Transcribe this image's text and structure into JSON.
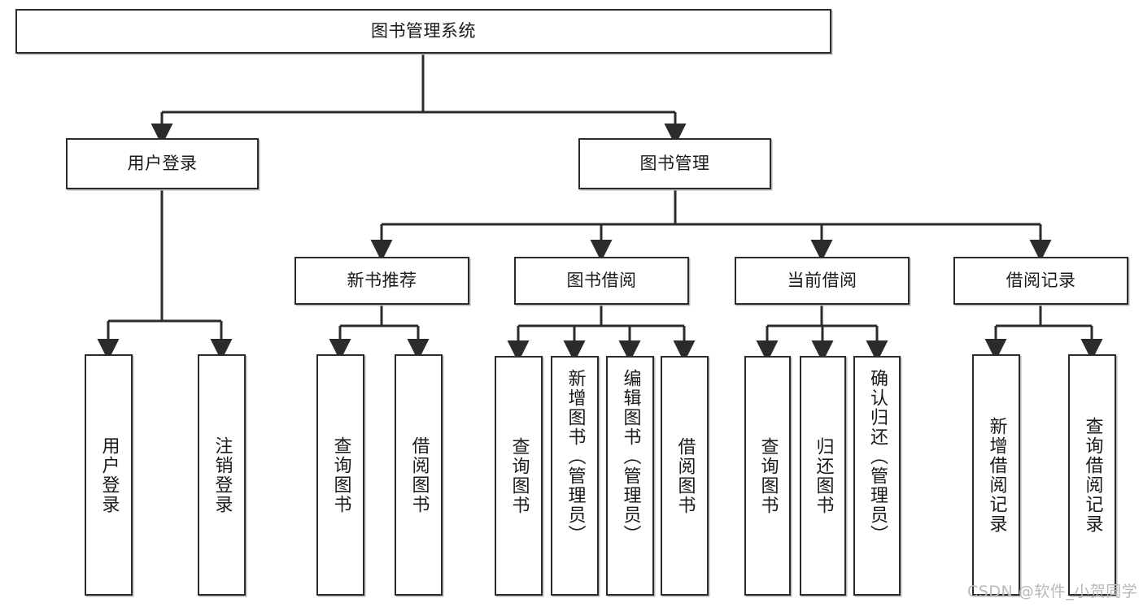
{
  "diagram": {
    "type": "tree-hierarchy-chart",
    "title": "图书管理系统",
    "root": {
      "id": "root",
      "label": "图书管理系统"
    },
    "level2": [
      {
        "id": "user-login",
        "label": "用户登录"
      },
      {
        "id": "book-management",
        "label": "图书管理"
      }
    ],
    "level3": [
      {
        "id": "new-book-recommend",
        "label": "新书推荐",
        "parent": "book-management"
      },
      {
        "id": "book-borrow",
        "label": "图书借阅",
        "parent": "book-management"
      },
      {
        "id": "current-borrow",
        "label": "当前借阅",
        "parent": "book-management"
      },
      {
        "id": "borrow-record",
        "label": "借阅记录",
        "parent": "book-management"
      }
    ],
    "leaves": [
      {
        "id": "leaf-user-login",
        "label": "用户登录",
        "parent": "user-login"
      },
      {
        "id": "leaf-user-logout",
        "label": "注销登录",
        "parent": "user-login"
      },
      {
        "id": "leaf-query-book-1",
        "label": "查询图书",
        "parent": "new-book-recommend"
      },
      {
        "id": "leaf-borrow-book-1",
        "label": "借阅图书",
        "parent": "new-book-recommend"
      },
      {
        "id": "leaf-query-book-2",
        "label": "查询图书",
        "parent": "book-borrow"
      },
      {
        "id": "leaf-add-book",
        "label": "新增图书（管理员）",
        "parent": "book-borrow"
      },
      {
        "id": "leaf-edit-book",
        "label": "编辑图书（管理员）",
        "parent": "book-borrow"
      },
      {
        "id": "leaf-borrow-book-2",
        "label": "借阅图书",
        "parent": "book-borrow"
      },
      {
        "id": "leaf-query-book-3",
        "label": "查询图书",
        "parent": "current-borrow"
      },
      {
        "id": "leaf-return-book",
        "label": "归还图书",
        "parent": "current-borrow"
      },
      {
        "id": "leaf-confirm-return",
        "label": "确认归还（管理员）",
        "parent": "current-borrow"
      },
      {
        "id": "leaf-add-record",
        "label": "新增借阅记录",
        "parent": "borrow-record"
      },
      {
        "id": "leaf-query-record",
        "label": "查询借阅记录",
        "parent": "borrow-record"
      }
    ],
    "watermark": "CSDN @软件_小贺同学",
    "colors": {
      "stroke": "#2b2b2b",
      "fill": "#ffffff",
      "text": "#1a1a1a",
      "shadow": "#b8b8b8",
      "watermark": "#b9b9b9"
    }
  }
}
